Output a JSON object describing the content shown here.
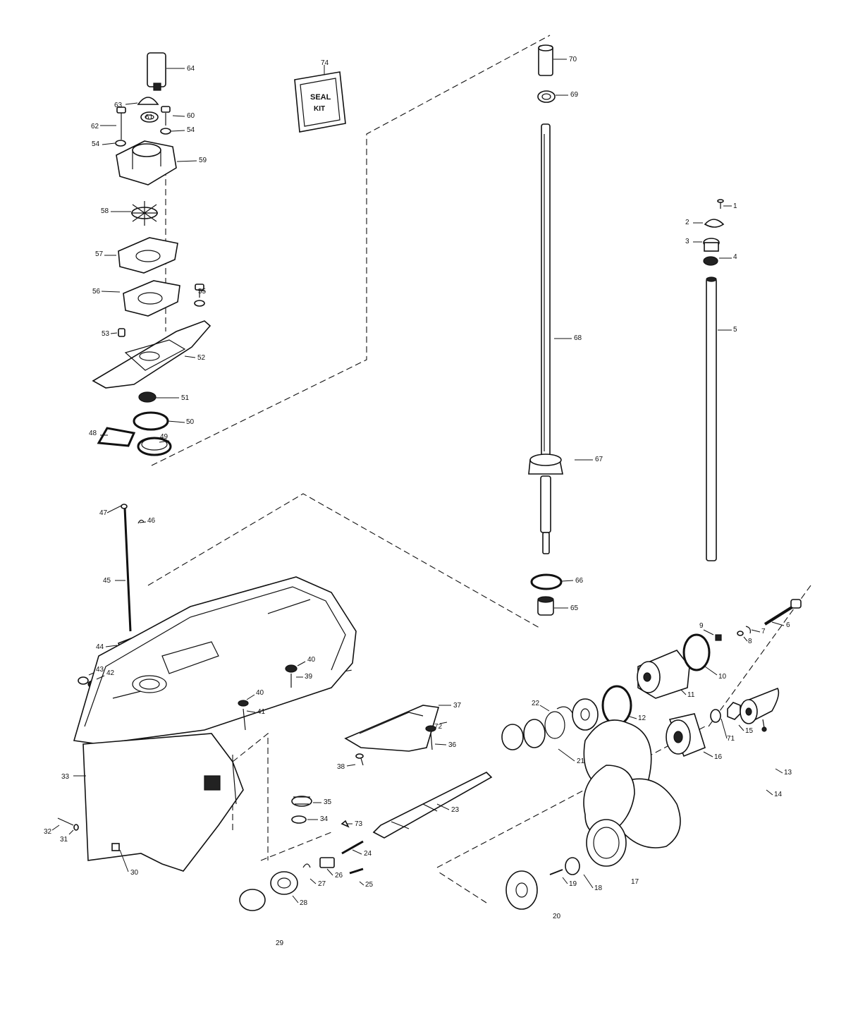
{
  "diagram": {
    "kit_label_line1": "SEAL",
    "kit_label_line2": "KIT",
    "callouts": [
      "1",
      "2",
      "3",
      "4",
      "5",
      "6",
      "7",
      "8",
      "9",
      "10",
      "11",
      "12",
      "13",
      "14",
      "15",
      "16",
      "17",
      "18",
      "19",
      "20",
      "21",
      "22",
      "23",
      "24",
      "25",
      "26",
      "27",
      "28",
      "29",
      "30",
      "31",
      "32",
      "33",
      "34",
      "35",
      "36",
      "37",
      "38",
      "39",
      "40",
      "40",
      "41",
      "42",
      "43",
      "44",
      "45",
      "46",
      "47",
      "48",
      "49",
      "50",
      "51",
      "52",
      "53",
      "54",
      "54",
      "55",
      "56",
      "57",
      "58",
      "59",
      "60",
      "61",
      "62",
      "63",
      "64",
      "65",
      "66",
      "67",
      "68",
      "69",
      "70",
      "71",
      "72",
      "73",
      "74"
    ]
  }
}
